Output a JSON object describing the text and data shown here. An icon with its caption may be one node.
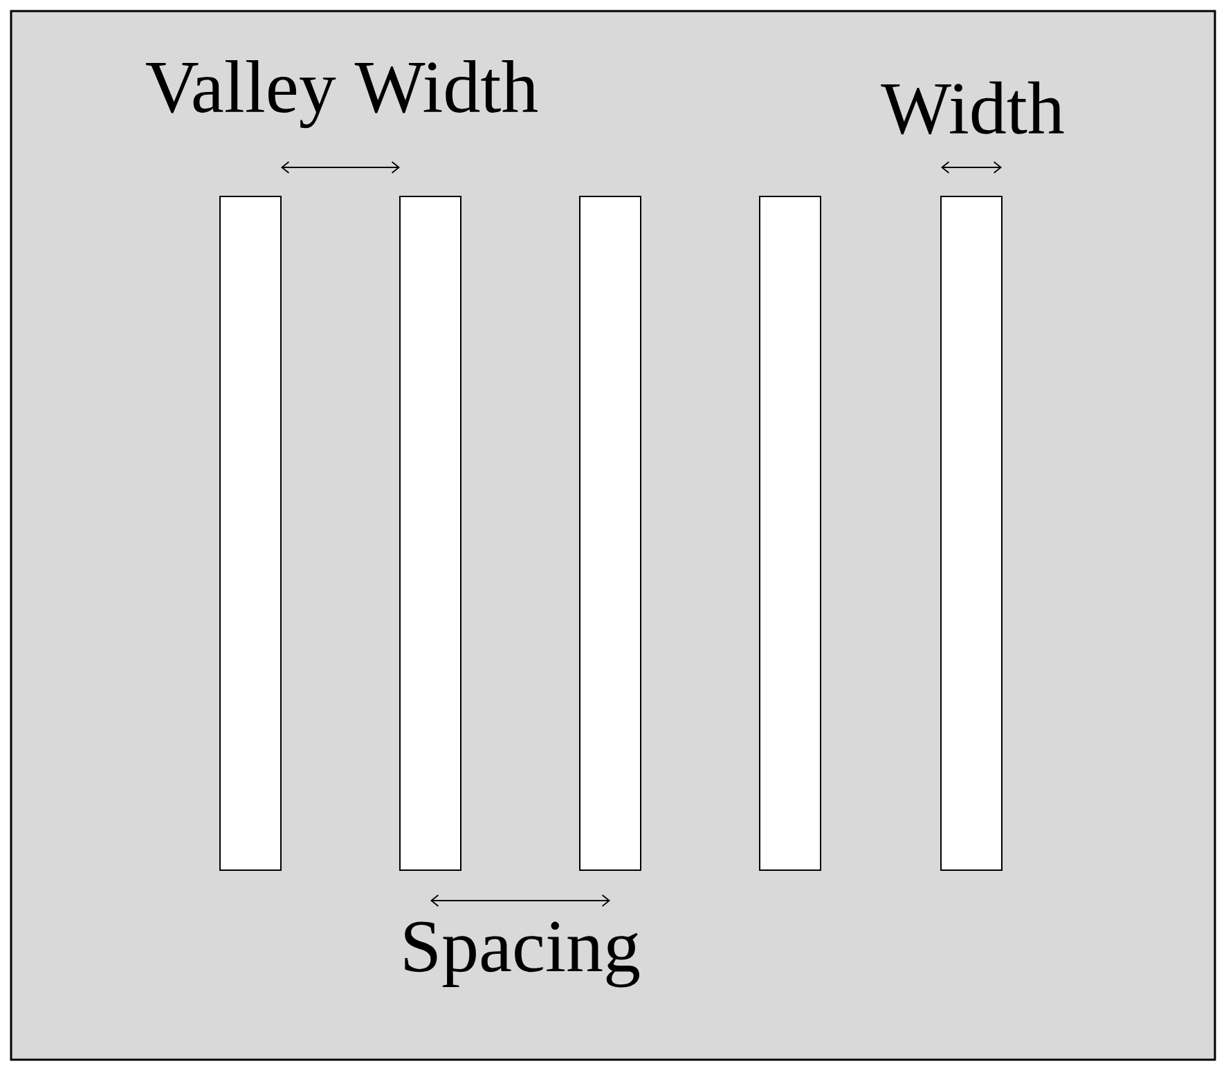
{
  "diagram": {
    "nodes": [
      {
        "text": [],
        "shape": "bar"
      },
      {
        "text": [],
        "shape": "bar"
      },
      {
        "text": [],
        "shape": "bar"
      },
      {
        "text": [],
        "shape": "bar"
      },
      {
        "text": [],
        "shape": "bar"
      }
    ],
    "labels": [
      "Valley Width",
      "Width",
      "Spacing"
    ]
  }
}
